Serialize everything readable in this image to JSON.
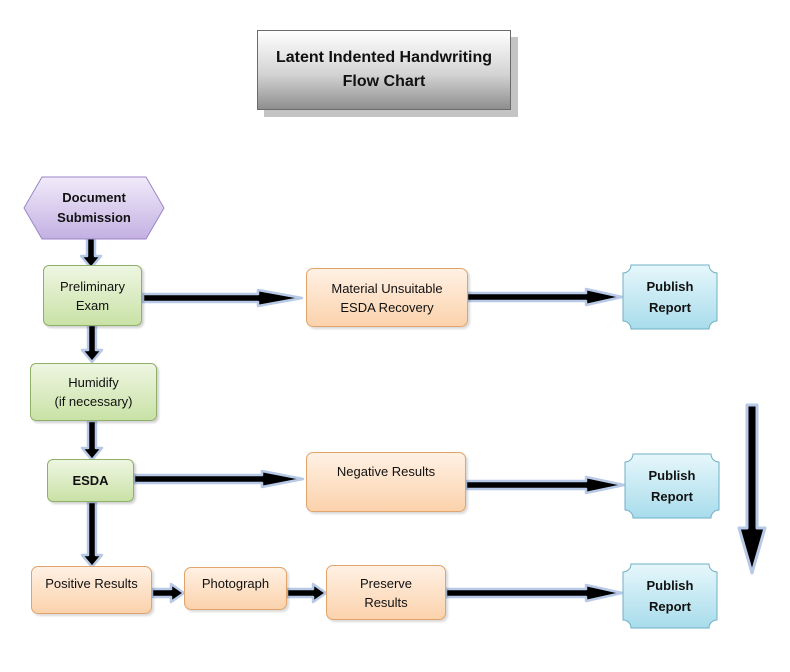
{
  "title": {
    "line1": "Latent Indented Handwriting",
    "line2": "Flow Chart"
  },
  "nodes": {
    "document_submission": "Document\nSubmission",
    "preliminary_exam": "Preliminary\nExam",
    "material_unsuitable": "Material Unsuitable\nESDA Recovery",
    "publish_report_1": "Publish\nReport",
    "humidify": "Humidify\n(if necessary)",
    "esda": "ESDA",
    "negative_results": "Negative Results",
    "publish_report_2": "Publish\nReport",
    "positive_results": "Positive Results",
    "photograph": "Photograph",
    "preserve_results": "Preserve\nResults",
    "publish_report_3": "Publish\nReport"
  },
  "colors": {
    "process_green": "#c9e2a6",
    "outcome_orange": "#fbd2ac",
    "publish_cyan": "#bfe7f1",
    "start_purple": "#cdbde6",
    "arrow_outline": "#b7c9e6"
  }
}
